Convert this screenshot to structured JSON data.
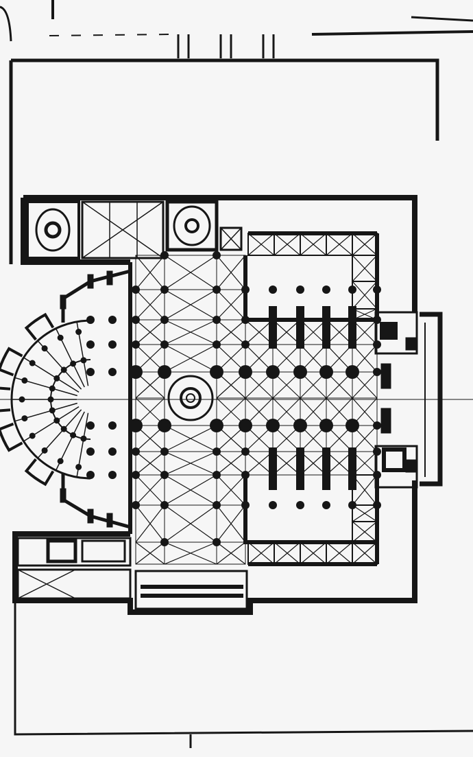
{
  "plan": {
    "ink": "#161616",
    "paper": "#f6f6f6",
    "column_rows": 9,
    "column_cols_nave": 8,
    "column_cols_choir": 4,
    "apse_chapels": 5
  }
}
